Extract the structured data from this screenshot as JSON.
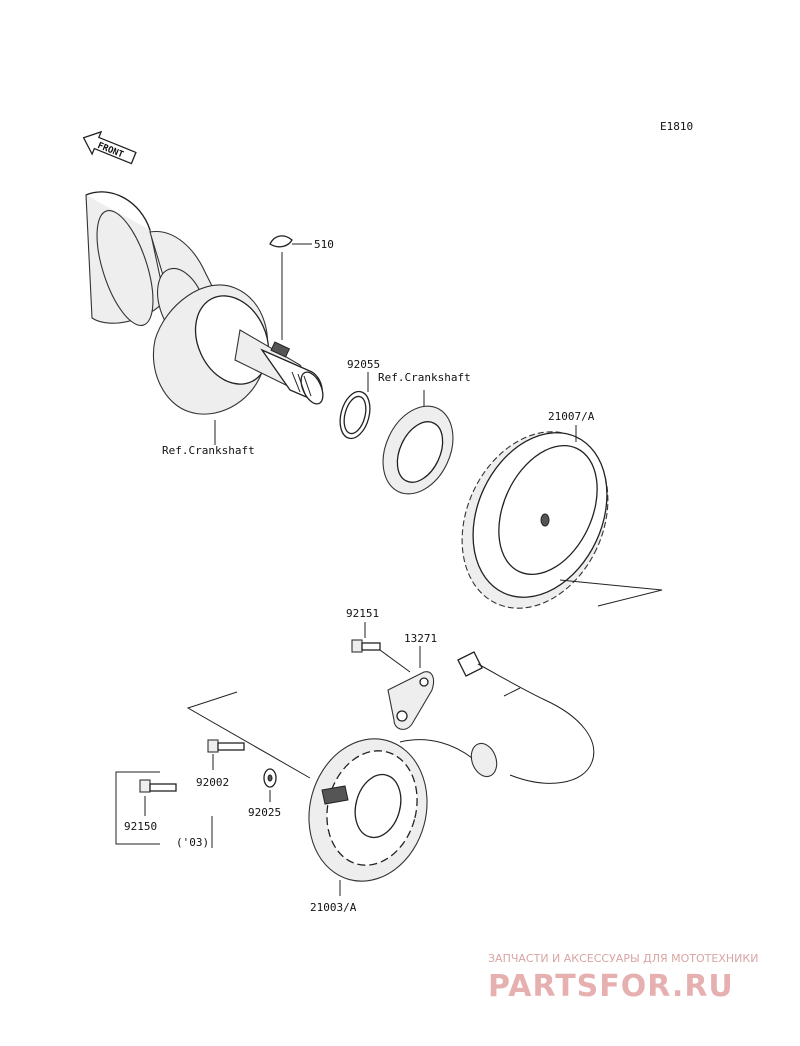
{
  "diagram_code": "E1810",
  "front_arrow_label": "FRONT",
  "callouts": {
    "key": "510",
    "o_ring": "92055",
    "ref_crankshaft_upper": "Ref.Crankshaft",
    "ref_crankshaft_lower": "Ref.Crankshaft",
    "rotor": "21007/A",
    "bolt_top": "92151",
    "plate": "13271",
    "bolt_mid": "92002",
    "bolt_left": "92150",
    "year_note": "('03)",
    "washer": "92025",
    "stator": "21003/A"
  },
  "watermark": {
    "tagline": "ЗАПЧАСТИ И АКСЕССУАРЫ ДЛЯ МОТОТЕХНИКИ",
    "brand": "PARTSFOR.RU",
    "color": "#e7b0b0"
  }
}
